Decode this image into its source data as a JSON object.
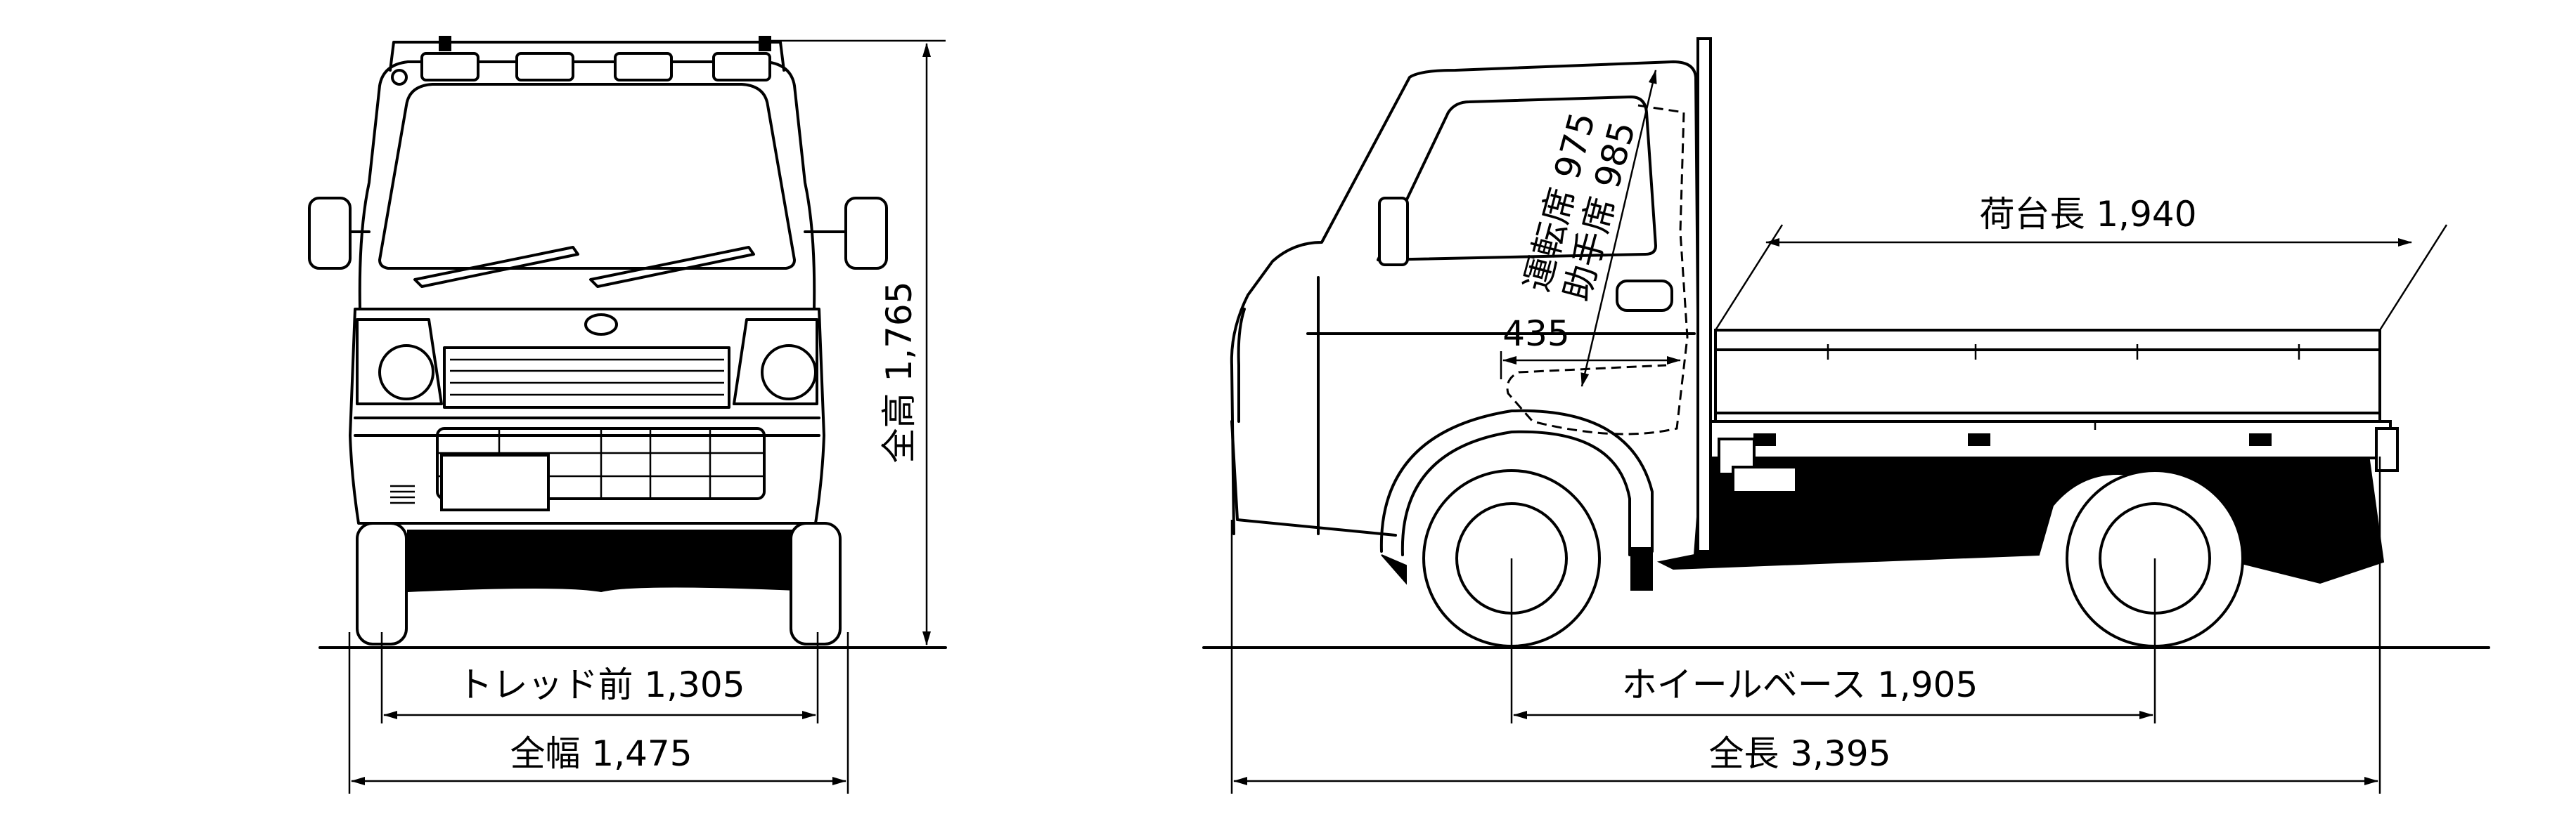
{
  "front_view": {
    "total_height_label": "全高 1,765",
    "front_tread_label": "トレッド前 1,305",
    "total_width_label": "全幅 1,475"
  },
  "side_view": {
    "bed_length_label": "荷台長 1,940",
    "driver_seat_label": "運転席 975",
    "passenger_seat_label": "助手席 985",
    "seat_offset_label": "435",
    "wheelbase_label": "ホイールベース 1,905",
    "total_length_label": "全長 3,395"
  }
}
